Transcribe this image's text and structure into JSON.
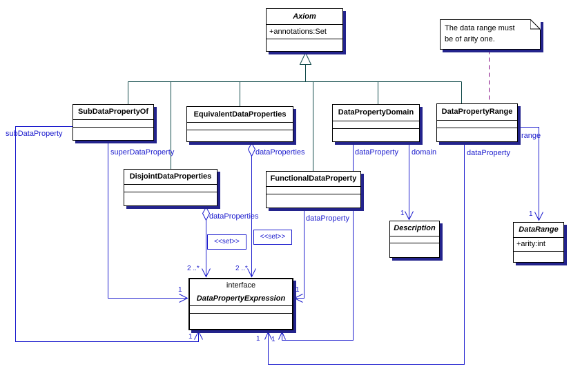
{
  "classes": {
    "axiom": {
      "name": "Axiom",
      "attribute": "+annotations:Set"
    },
    "subDataPropertyOf": {
      "name": "SubDataPropertyOf"
    },
    "equivalentDataProperties": {
      "name": "EquivalentDataProperties"
    },
    "dataPropertyDomain": {
      "name": "DataPropertyDomain"
    },
    "dataPropertyRange": {
      "name": "DataPropertyRange"
    },
    "disjointDataProperties": {
      "name": "DisjointDataProperties"
    },
    "functionalDataProperty": {
      "name": "FunctionalDataProperty"
    },
    "dataPropertyExpression": {
      "stereotype": "interface",
      "name": "DataPropertyExpression"
    },
    "description": {
      "name": "Description"
    },
    "dataRange": {
      "name": "DataRange",
      "attribute": "+arity:int"
    }
  },
  "note": {
    "lines": [
      "The data range must",
      "be of arity one."
    ]
  },
  "edge_labels": {
    "subDataProperty": "subDataProperty",
    "superDataProperty": "superDataProperty",
    "dataProperties": "dataProperties",
    "dataProperty": "dataProperty",
    "domain": "domain",
    "range": "range",
    "one": "1",
    "two_star": "2 ..*",
    "set_stereotype": "<<set>>"
  },
  "colors": {
    "association": "#1a1acd",
    "generalization": "#0d4747",
    "note_anchor": "#7d007d",
    "shadow": "#23238c",
    "border": "#000000",
    "background": "#ffffff"
  }
}
